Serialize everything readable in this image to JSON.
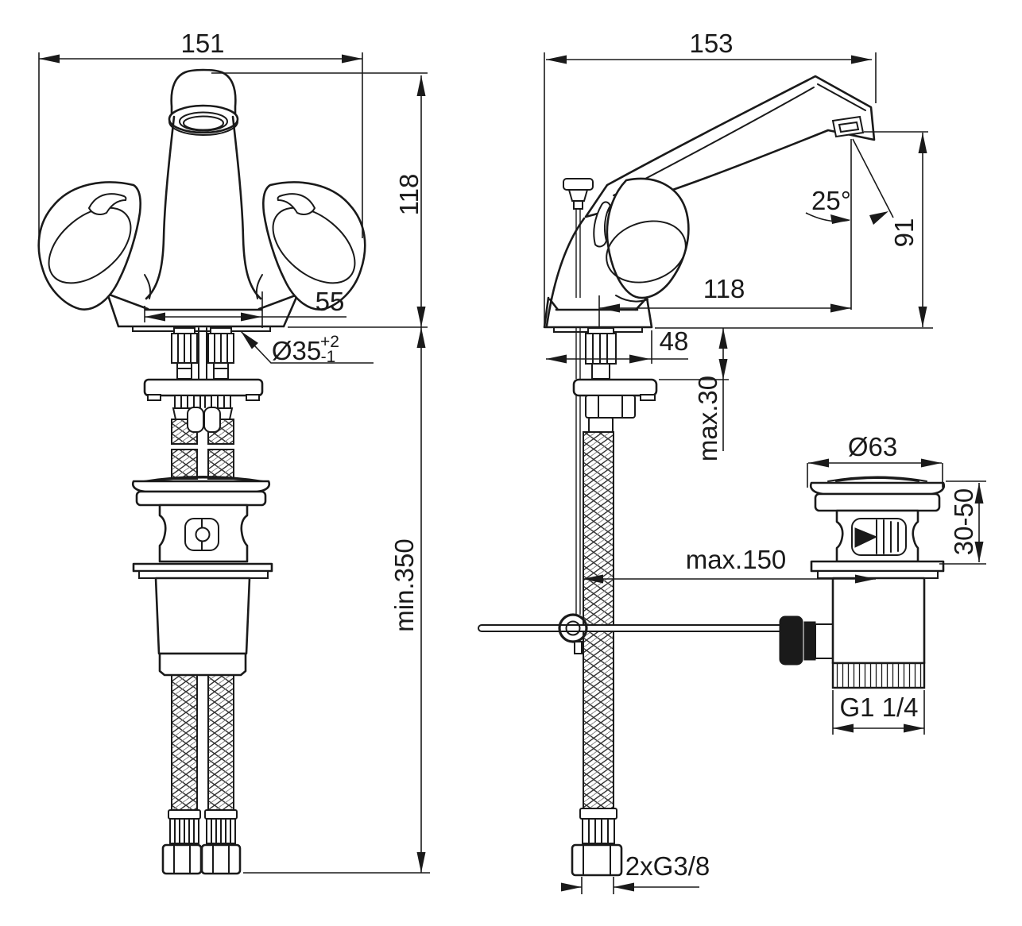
{
  "drawing": {
    "type": "bathroom basin mixer tap installation drawing",
    "views": [
      "front view",
      "side view with pop-up waste"
    ]
  },
  "colors": {
    "line": "#1a1a1a",
    "background": "#ffffff"
  },
  "labels": {
    "front_width": "151",
    "front_height": "118",
    "base_width": "55",
    "hole_diameter": "Ø35",
    "hole_tol_plus": "+2",
    "hole_tol_minus": "-1",
    "min_hose_length": "min.350",
    "side_depth": "153",
    "spout_angle": "25°",
    "outlet_height": "91",
    "spout_reach": "118",
    "base_depth": "48",
    "max_deck_thickness": "max.30",
    "max_drain_offset": "max.150",
    "waste_flange_diameter": "Ø63",
    "waste_clamp_range": "30-50",
    "waste_outlet_thread": "G1 1/4",
    "supply_hose_threads": "2xG3/8"
  }
}
